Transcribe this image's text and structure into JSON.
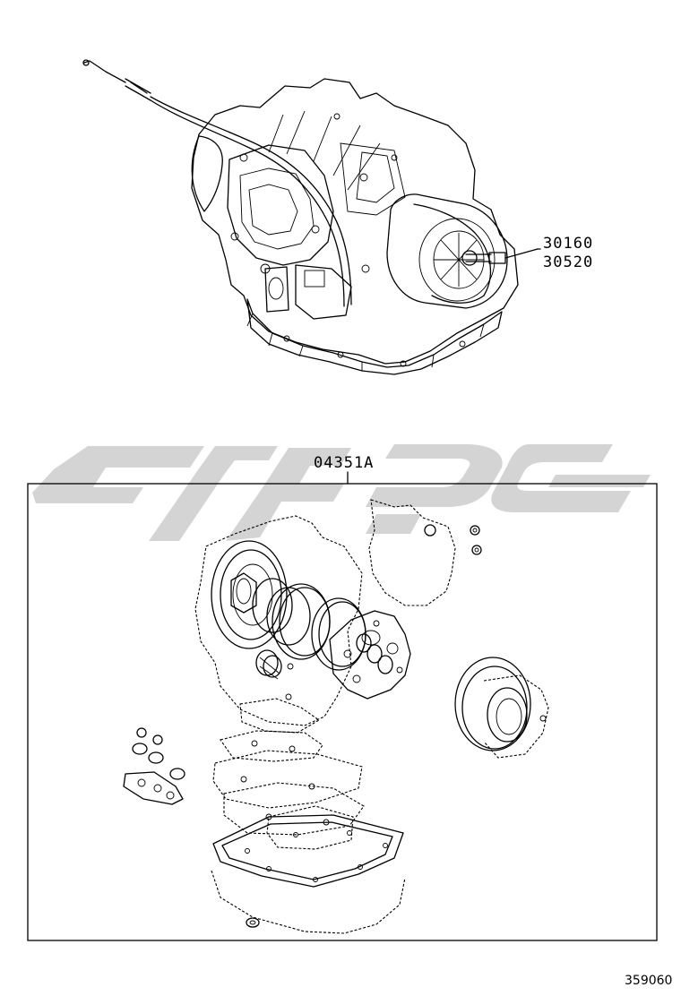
{
  "callouts": {
    "part_1": "30160",
    "part_2": "30520",
    "kit": "04351A"
  },
  "figure_id": "359060",
  "colors": {
    "line": "#000000",
    "watermark": "#d2d2d2",
    "background": "#ffffff"
  }
}
